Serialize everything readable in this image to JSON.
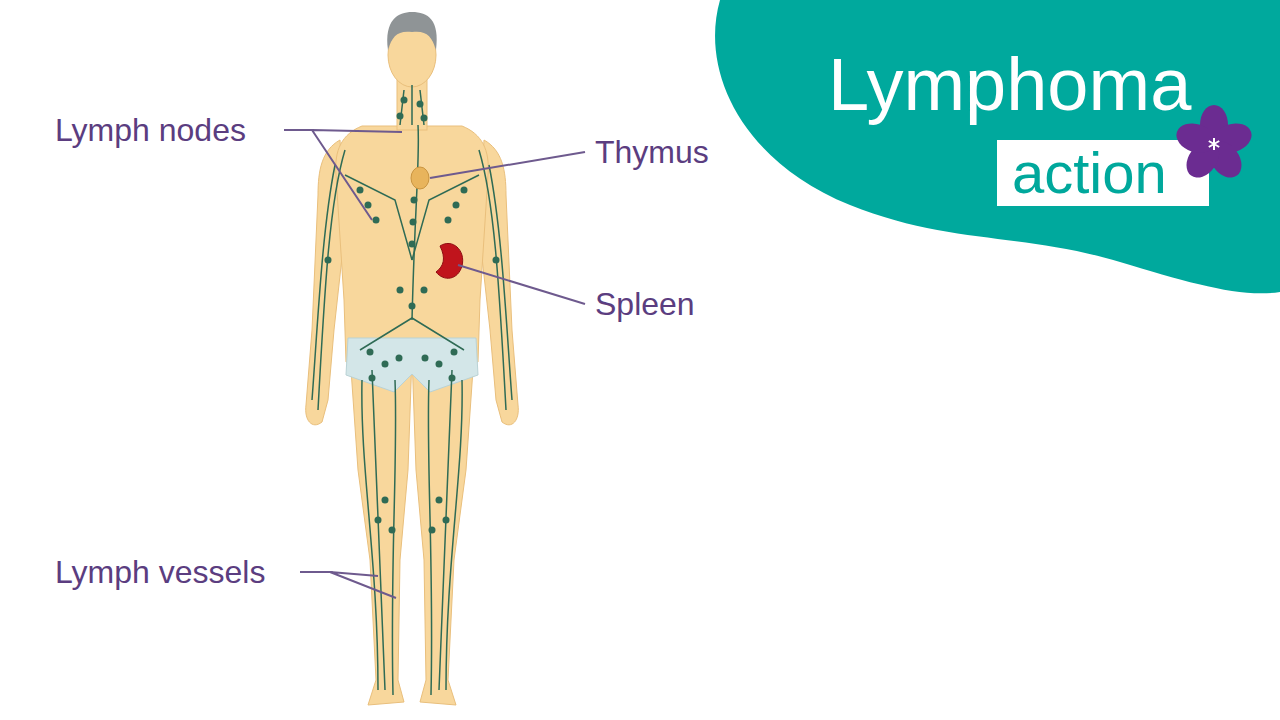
{
  "diagram": {
    "nodes": [
      {
        "text": [
          "Lymphoma"
        ]
      },
      {
        "text": [
          "action"
        ],
        "in": 0
      }
    ],
    "labels": [
      "Lymph nodes",
      "Thymus",
      "Spleen",
      "Lymph vessels"
    ]
  }
}
